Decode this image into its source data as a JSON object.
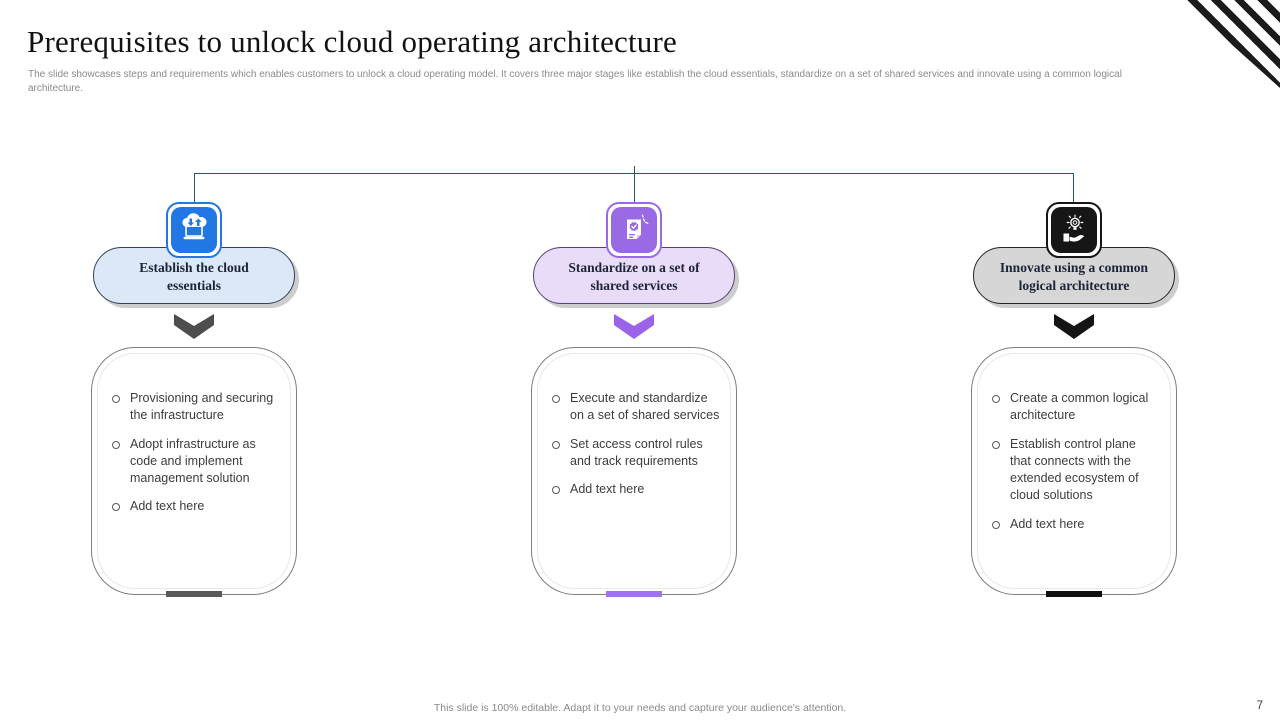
{
  "slide": {
    "title": "Prerequisites to unlock cloud operating architecture",
    "subtitle": "The slide showcases steps and requirements which enables customers to unlock a cloud operating model.  It covers three major stages like establish the cloud essentials, standardize on a set of shared services and innovate using a common logical architecture.",
    "footer": "This slide is 100% editable. Adapt it to your needs and capture your audience's attention.",
    "page_number": "7"
  },
  "connector": {
    "color": "#26566e"
  },
  "columns": [
    {
      "label": "Establish the cloud essentials",
      "icon": "cloud-sync-laptop-icon",
      "accent": "#2277e4",
      "pill_bg": "#dce8f6",
      "pill_border": "#31415e",
      "chevron_color": "#4d4d4d",
      "bar_color": "#595959",
      "bullets": [
        "Provisioning and securing the infrastructure",
        "Adopt infrastructure as code and implement management solution",
        "Add text here"
      ]
    },
    {
      "label": "Standardize on a set of shared services",
      "icon": "document-checklist-icon",
      "accent": "#9a6ae4",
      "pill_bg": "#e9dcf8",
      "pill_border": "#58407e",
      "chevron_color": "#9a63e8",
      "bar_color": "#a273e6",
      "bullets": [
        "Execute and standardize on a set of shared services",
        "Set access control rules and track requirements",
        "Add text here"
      ]
    },
    {
      "label": "Innovate using a common logical architecture",
      "icon": "hand-holding-bulb-icon",
      "accent": "#161616",
      "pill_bg": "#d6d6d6",
      "pill_border": "#262626",
      "chevron_color": "#141414",
      "bar_color": "#0f0f0f",
      "bullets": [
        "Create a common logical architecture",
        "Establish control plane that connects with the extended ecosystem of cloud solutions",
        "Add text here"
      ]
    }
  ]
}
